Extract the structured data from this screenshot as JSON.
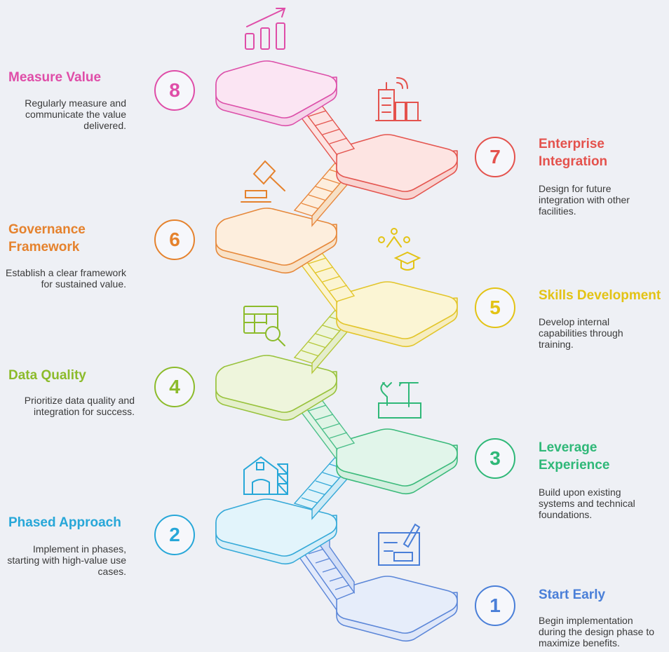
{
  "steps": [
    {
      "num": "1",
      "title": "Start Early",
      "desc": "Begin implementation during the design phase to maximize benefits.",
      "color": "#4a7fd8",
      "icon": "planning-sketch-icon"
    },
    {
      "num": "2",
      "title": "Phased Approach",
      "desc": "Implement in phases, starting with high-value use cases.",
      "color": "#27a7d8",
      "icon": "building-construction-icon"
    },
    {
      "num": "3",
      "title": "Leverage Experience",
      "desc": "Build upon existing systems and technical foundations.",
      "color": "#2fb878",
      "icon": "toolbox-icon"
    },
    {
      "num": "4",
      "title": "Data Quality",
      "desc": "Prioritize data quality and integration for success.",
      "color": "#8cbb2b",
      "icon": "table-search-icon"
    },
    {
      "num": "5",
      "title": "Skills Development",
      "desc": "Develop internal capabilities through training.",
      "color": "#e3c315",
      "icon": "graduation-cap-icon"
    },
    {
      "num": "6",
      "title": "Governance Framework",
      "desc": "Establish a clear framework for sustained value.",
      "color": "#e5822d",
      "icon": "gavel-icon"
    },
    {
      "num": "7",
      "title": "Enterprise Integration",
      "desc": "Design for future integration with other facilities.",
      "color": "#e4524d",
      "icon": "city-signal-icon"
    },
    {
      "num": "8",
      "title": "Measure Value",
      "desc": "Regularly measure and communicate the value delivered.",
      "color": "#df4da8",
      "icon": "growth-chart-icon"
    }
  ]
}
